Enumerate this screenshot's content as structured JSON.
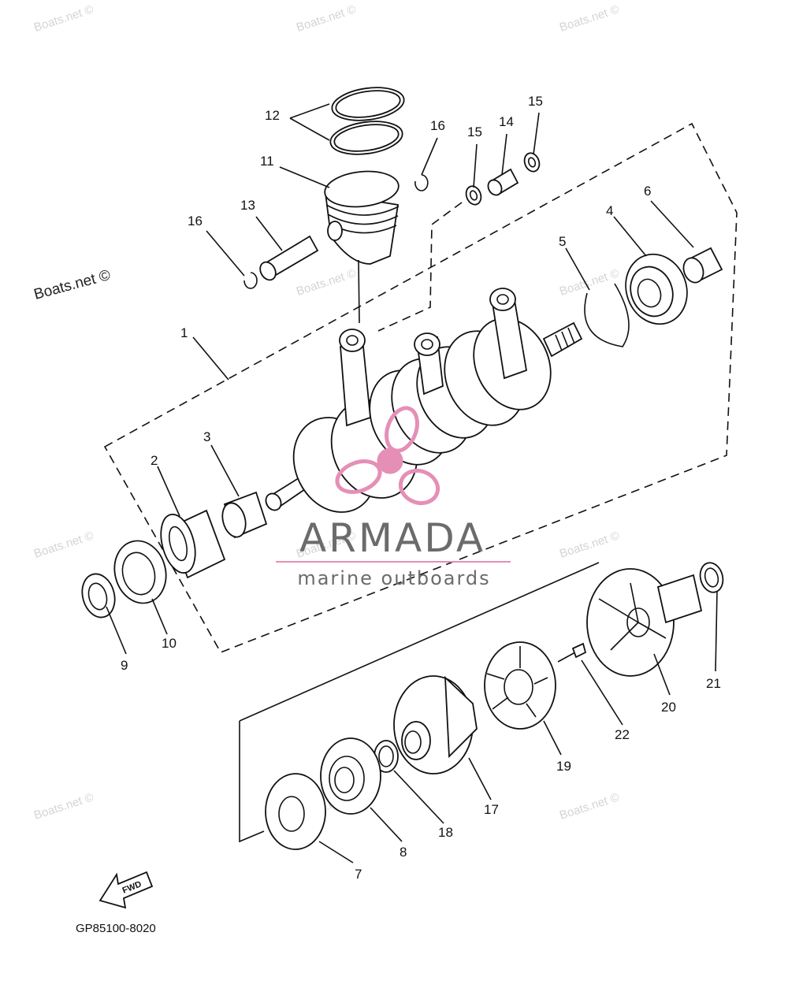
{
  "watermark": {
    "text": "Boats.net ©",
    "featured": "Boats.net ©"
  },
  "brand": {
    "name": "ARMADA",
    "tagline": "marine outboards",
    "accent_color": "#e58fb7",
    "text_color": "#6b6b6b"
  },
  "diagram": {
    "code": "GP85100-8020",
    "fwd_label": "FWD",
    "callouts": [
      "1",
      "2",
      "3",
      "4",
      "5",
      "6",
      "7",
      "8",
      "9",
      "10",
      "11",
      "12",
      "13",
      "14",
      "15",
      "15",
      "16",
      "16",
      "17",
      "18",
      "19",
      "20",
      "21",
      "22"
    ]
  }
}
